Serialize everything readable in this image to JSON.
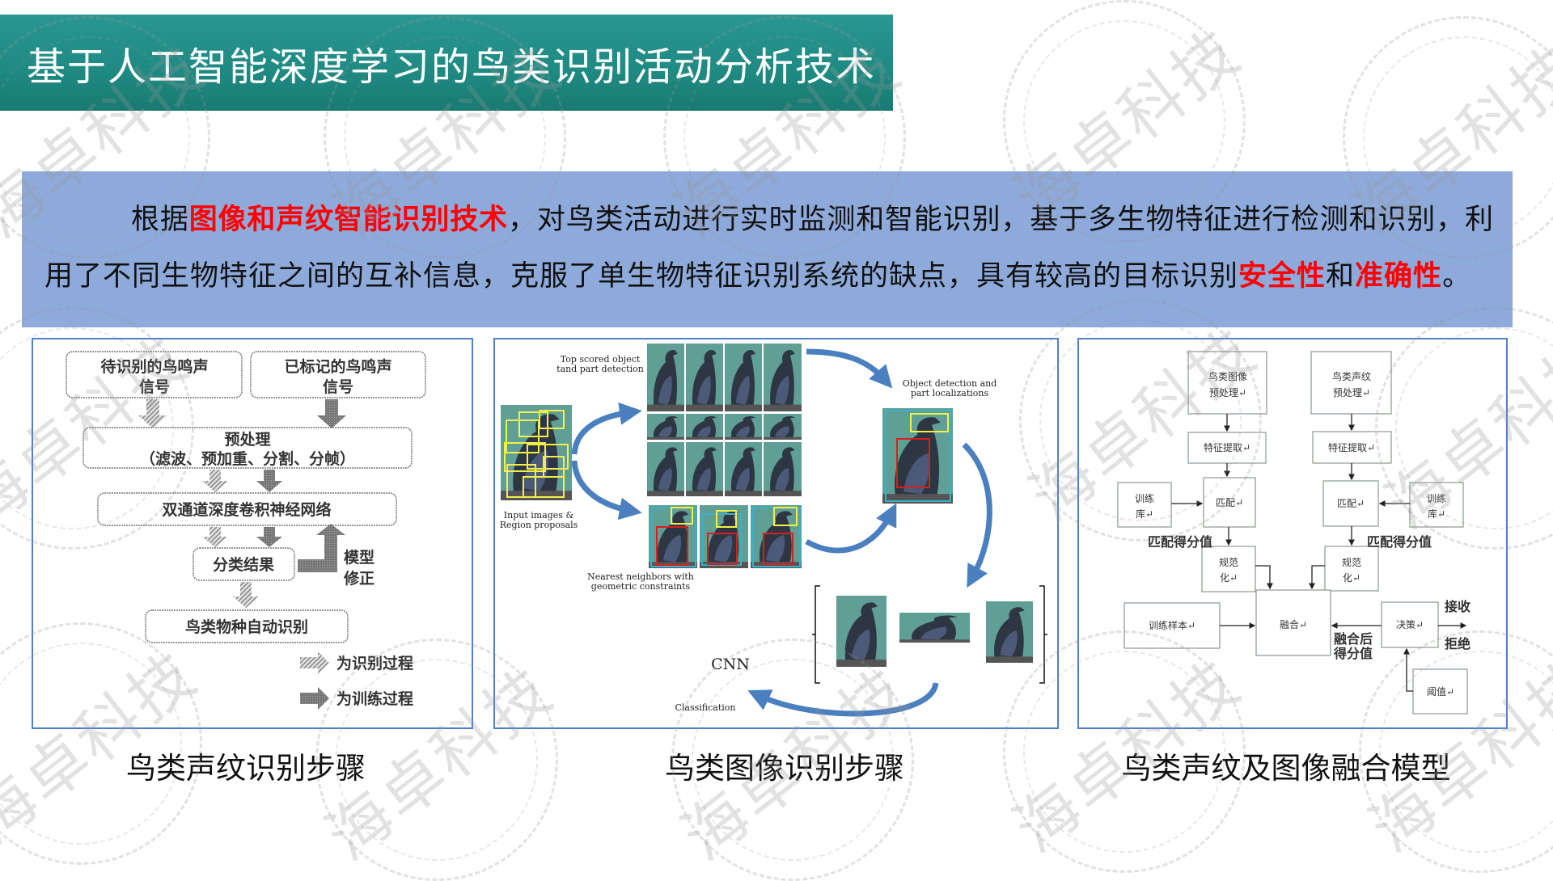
{
  "title": "基于人工智能深度学习的鸟类识别活动分析技术",
  "watermark": "海卓科技",
  "summary": {
    "line1": [
      {
        "text": "根据",
        "highlight": false
      },
      {
        "text": "图像和声纹智能识别技术",
        "highlight": true
      },
      {
        "text": "，对鸟类活动进行实时监测和智能识别，基于多生物特征进行检测和识别，利",
        "highlight": false
      }
    ],
    "line2": [
      {
        "text": "用了不同生物特征之间的互补信息，克服了单生物特征识别系统的缺点，具有较高的目标识别",
        "highlight": false
      },
      {
        "text": "安全性",
        "highlight": true
      },
      {
        "text": "和",
        "highlight": false
      },
      {
        "text": "准确性",
        "highlight": true
      },
      {
        "text": "。",
        "highlight": false
      }
    ],
    "highlight_color": "#ff0000"
  },
  "panels": {
    "voiceprint": {
      "caption": "鸟类声纹识别步骤",
      "box_unknown": [
        "待识别的鸟鸣声",
        "信号"
      ],
      "box_labeled": [
        "已标记的鸟鸣声",
        "信号"
      ],
      "preprocess": [
        "预处理",
        "（滤波、预加重、分割、分帧）"
      ],
      "cnn": "双通道深度卷积神经网络",
      "result": "分类结果",
      "model_fix": [
        "模型",
        "修正"
      ],
      "output": "鸟类物种自动识别",
      "legend_recognition": "为识别过程",
      "legend_training": "为训练过程"
    },
    "image": {
      "caption": "鸟类图像识别步骤",
      "top_scored": [
        "Top scored object",
        "tand part detection"
      ],
      "object_detection": [
        "Object detection and",
        "part localizations"
      ],
      "input_images": [
        "Input images &",
        "Region proposals"
      ],
      "nearest": [
        "Nearest neighbors with",
        "geometric constraints"
      ],
      "cnn": "CNN",
      "classification": "Classification"
    },
    "fusion": {
      "caption": "鸟类声纹及图像融合模型",
      "img_pre": [
        "鸟类图像",
        "预处理↵"
      ],
      "voice_pre": [
        "鸟类声纹",
        "预处理↵"
      ],
      "feature": "特征提取↵",
      "match": "匹配↵",
      "train_lib": [
        "训练",
        "库↵"
      ],
      "match_score": "匹配得分值",
      "normalize": [
        "规范",
        "化↵"
      ],
      "fuse": "融合↵",
      "train_sample": "训练样本↵",
      "decision": "决策↵",
      "accept": "接收",
      "reject": "拒绝",
      "fused_score": [
        "融合后",
        "得分值"
      ],
      "threshold": "阈值↵"
    }
  },
  "colors": {
    "title_bg": "#22908b",
    "summary_bg": "#8eaadb",
    "panel_border": "#4f7fd2",
    "arrow_blue": "#4a7fc0"
  }
}
